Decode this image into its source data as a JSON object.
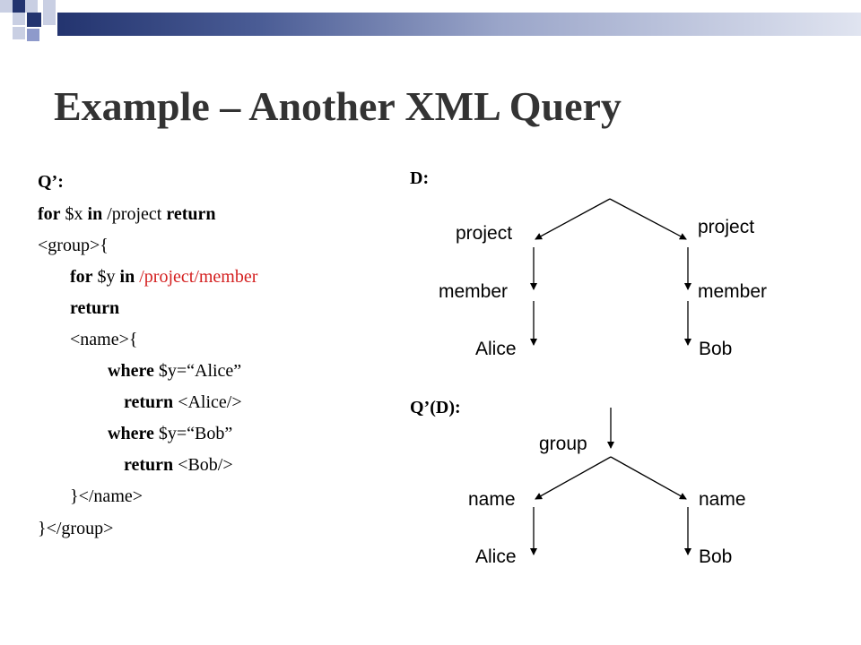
{
  "slide": {
    "title": "Example – Another XML Query",
    "query_label": "Q’:",
    "code": {
      "l1": {
        "kw1": "for",
        "t1": " $x ",
        "kw2": "in",
        "t2": " /project ",
        "kw3": "return"
      },
      "l2": "<group>{",
      "l3": {
        "kw1": "for",
        "t1": " $y ",
        "kw2": "in",
        "t2": " ",
        "red": "/project/member"
      },
      "l4": {
        "kw": "return"
      },
      "l5": "<name>{",
      "l6": {
        "kw": "where",
        "t": " $y=“Alice”"
      },
      "l7": {
        "kw": "return",
        "t": " <Alice/>"
      },
      "l8": {
        "kw": "where",
        "t": " $y=“Bob”"
      },
      "l9": {
        "kw": "return",
        "t": " <Bob/>"
      },
      "l10": "}</name>",
      "l11": "}</group>"
    },
    "d_label": "D:",
    "d_tree": {
      "left_project": "project",
      "right_project": "project",
      "left_member": "member",
      "right_member": "member",
      "left_value": "Alice",
      "right_value": "Bob"
    },
    "qd_label": "Q’(D):",
    "qd_tree": {
      "root": "group",
      "left_name": "name",
      "right_name": "name",
      "left_value": "Alice",
      "right_value": "Bob"
    }
  }
}
